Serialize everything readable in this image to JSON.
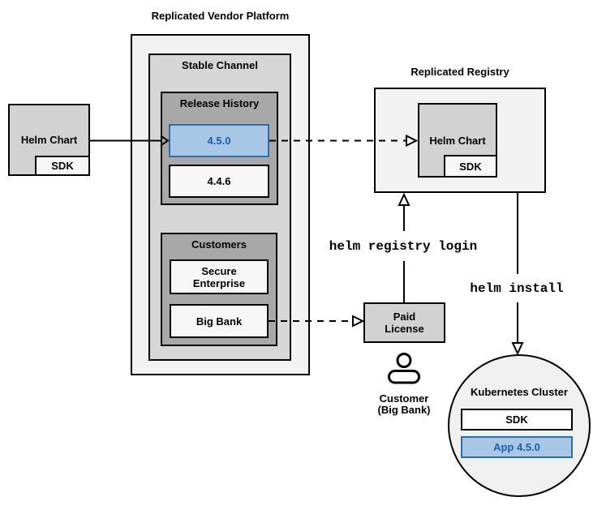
{
  "vendor_platform": {
    "title": "Replicated Vendor Platform",
    "stable_channel_label": "Stable Channel",
    "release_history_label": "Release History",
    "release_new": "4.5.0",
    "release_old": "4.4.6",
    "customers_label": "Customers",
    "customer_secure": "Secure Enterprise",
    "customer_bigbank": "Big Bank"
  },
  "helm_chart_source": {
    "label": "Helm Chart",
    "sdk_label": "SDK"
  },
  "registry": {
    "title": "Replicated Registry",
    "helm_chart_label": "Helm Chart",
    "sdk_label": "SDK"
  },
  "commands": {
    "registry_login": "helm registry login",
    "install": "helm install"
  },
  "paid_license": {
    "label": "Paid License"
  },
  "customer_actor": {
    "line1": "Customer",
    "line2": "(Big Bank)"
  },
  "cluster": {
    "label": "Kubernetes Cluster",
    "sdk_label": "SDK",
    "app_label": "App 4.5.0"
  },
  "colors": {
    "highlight_fill": "#a8c7e7",
    "highlight_border": "#2d6da8",
    "highlight_text": "#1f5fa8",
    "panel_light": "#f2f2f2",
    "panel_mid": "#d6d6d6",
    "panel_dark": "#a8a8a8",
    "box_gray": "#d2d2d2",
    "line_color": "#000000"
  }
}
